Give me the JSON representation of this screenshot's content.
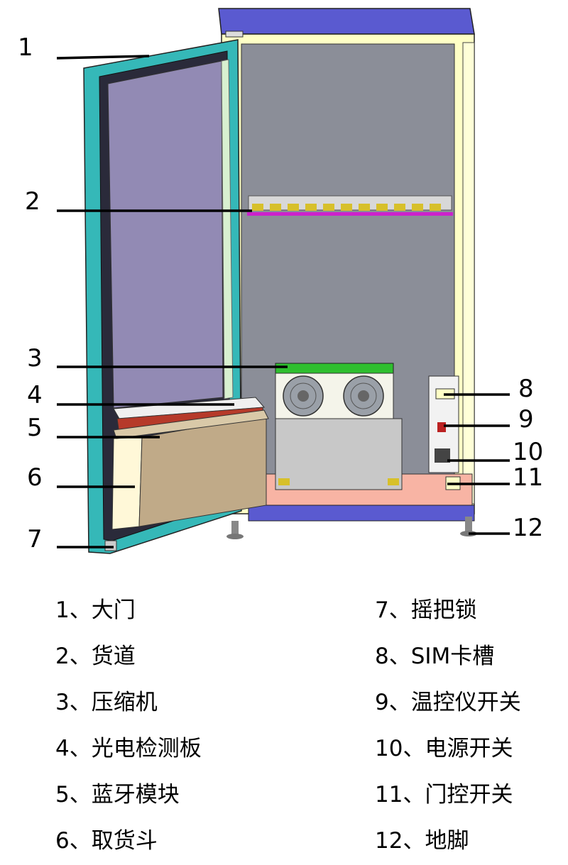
{
  "callouts": [
    {
      "num": "1"
    },
    {
      "num": "2"
    },
    {
      "num": "3"
    },
    {
      "num": "4"
    },
    {
      "num": "5"
    },
    {
      "num": "6"
    },
    {
      "num": "7"
    },
    {
      "num": "8"
    },
    {
      "num": "9"
    },
    {
      "num": "10"
    },
    {
      "num": "11"
    },
    {
      "num": "12"
    }
  ],
  "legend": [
    {
      "text": "1、大门"
    },
    {
      "text": "2、货道"
    },
    {
      "text": "3、压缩机"
    },
    {
      "text": "4、光电检测板"
    },
    {
      "text": "5、蓝牙模块"
    },
    {
      "text": "6、取货斗"
    },
    {
      "text": "7、摇把锁"
    },
    {
      "text": "8、SIM卡槽"
    },
    {
      "text": "9、温控仪开关"
    },
    {
      "text": "10、电源开关"
    },
    {
      "text": "11、门控开关"
    },
    {
      "text": "12、地脚"
    }
  ],
  "colors": {
    "cabinet_frame": "#ffffc6",
    "cabinet_top": "#5a5ad0",
    "interior": "#8b8e98",
    "door_frame": "#35b8b8",
    "door_glass": "#928ab4",
    "floor": "#f8b4a4",
    "bucket": "#c0aa88",
    "compressor_top": "#2fbf2f",
    "rail": "#cc22cc"
  }
}
